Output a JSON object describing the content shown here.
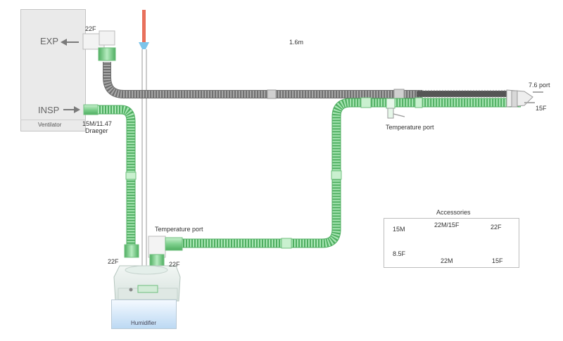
{
  "ventilator": {
    "label": "Ventilator",
    "exp_label": "EXP",
    "insp_label": "INSP",
    "exp_connector": "22F",
    "insp_connector_line1": "15M/11.47",
    "insp_connector_line2": "Draeger"
  },
  "circuit": {
    "length_label": "1.6m",
    "port_76_label": "7.6 port",
    "patient_connector": "15F",
    "temp_port_patient": "Temperature port",
    "temp_port_chamber": "Temperature port"
  },
  "humidifier": {
    "label": "Humidifier",
    "left_connector": "22F",
    "right_connector": "22F"
  },
  "accessories": {
    "title": "Accessories",
    "items": [
      {
        "top": "15M",
        "bottom": "8.5F"
      },
      {
        "top": "22M/15F",
        "bottom": "22M"
      },
      {
        "top": "22F",
        "bottom": "15F"
      }
    ]
  },
  "colors": {
    "green_tube": "#8ed89a",
    "green_dark": "#4fae61",
    "grey_tube": "#9a9a9a",
    "grey_dark": "#6e6e6e",
    "accent_red": "#e8705c",
    "accent_blue": "#7cc4ea"
  }
}
